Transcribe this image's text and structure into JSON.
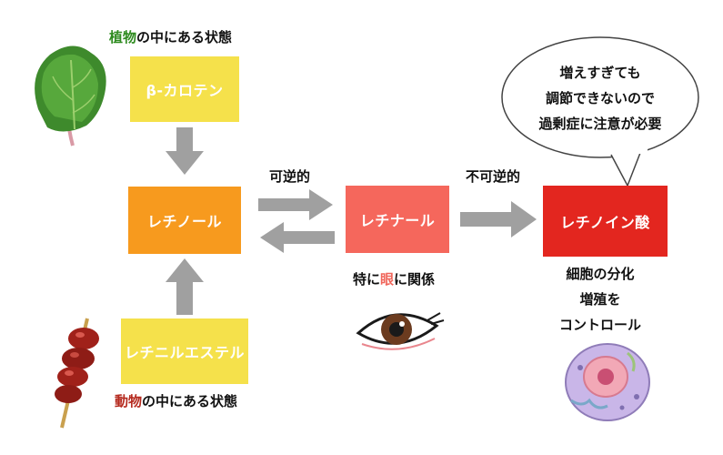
{
  "colors": {
    "yellow": "#f5e14b",
    "orange": "#f79a1e",
    "coral": "#f5675c",
    "red": "#e3261f",
    "arrow": "#a0a0a0",
    "plant_green": "#2e8b1f",
    "animal_red": "#b52a1f",
    "eye_pink": "#f0655a"
  },
  "top_caption": {
    "highlight": "植物",
    "rest": "の中にある状態"
  },
  "bottom_caption": {
    "highlight": "動物",
    "rest": "の中にある状態"
  },
  "boxes": {
    "beta_carotene": "β-カロテン",
    "retinol": "レチノール",
    "retinyl_ester": "レチニルエステル",
    "retinal": "レチナール",
    "retinoic_acid": "レチノイン酸"
  },
  "arrow_labels": {
    "reversible": "可逆的",
    "irreversible": "不可逆的"
  },
  "eye_caption": {
    "pre": "特に",
    "highlight": "眼",
    "post": "に関係"
  },
  "acid_caption": [
    "細胞の分化",
    "増殖を",
    "コントロール"
  ],
  "speech_bubble": [
    "増えすぎても",
    "調節できないので",
    "過剰症に注意が必要"
  ],
  "icons": [
    "spinach-icon",
    "meat-skewer-icon",
    "eye-icon",
    "cell-icon"
  ]
}
